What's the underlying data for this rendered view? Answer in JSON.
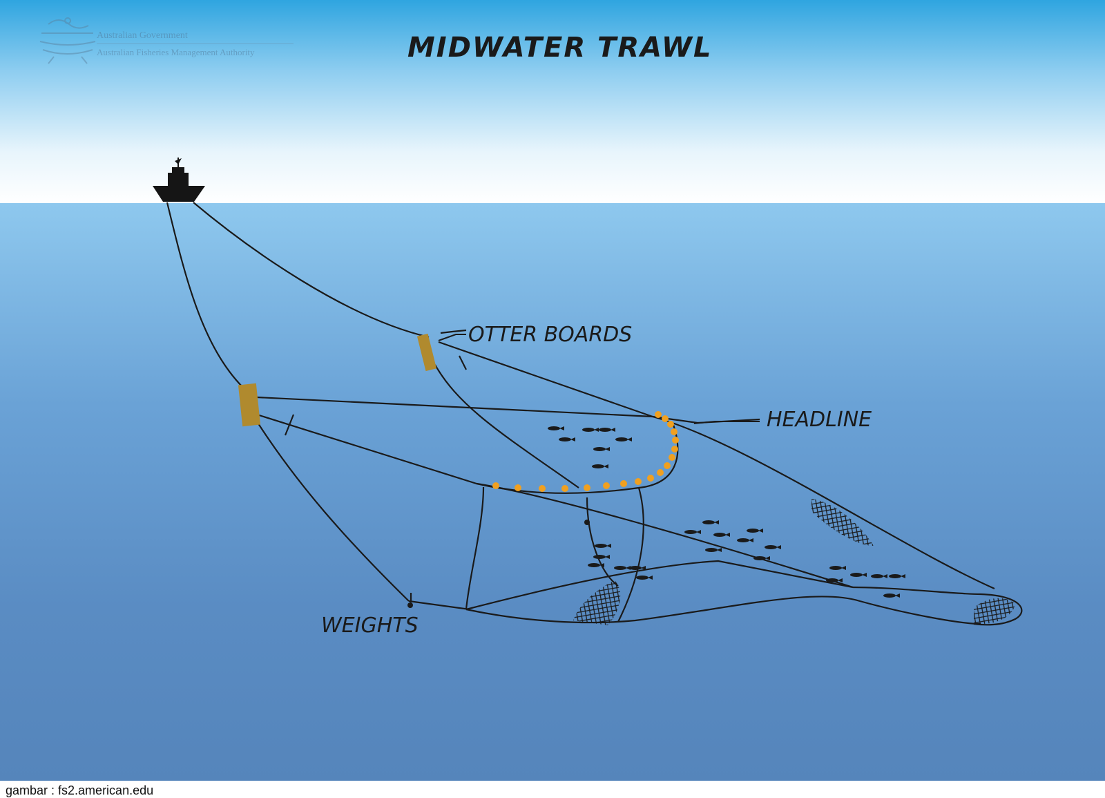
{
  "title": "MIDWATER TRAWL",
  "logo": {
    "line1": "Australian Government",
    "line2": "Australian Fisheries Management Authority"
  },
  "labels": {
    "otter_boards": "OTTER BOARDS",
    "headline": "HEADLINE",
    "weights": "WEIGHTS"
  },
  "credit": "gambar : fs2.american.edu",
  "colors": {
    "sky_top": "#2fa5e0",
    "sky_bottom": "#ffffff",
    "water_top": "#8ec8ee",
    "water_bottom": "#5585bb",
    "otter_board": "#b08a2e",
    "floats": "#f0a020",
    "lines": "#1a1a1a"
  }
}
